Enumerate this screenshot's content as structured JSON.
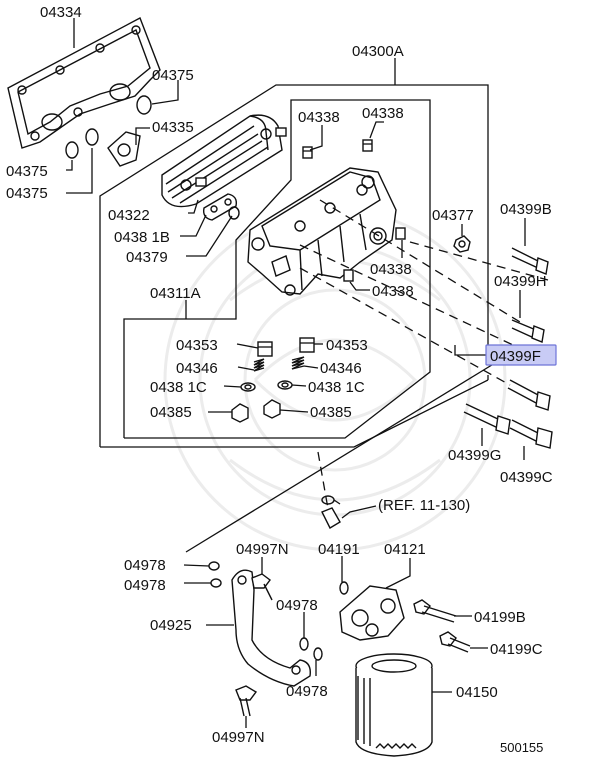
{
  "labels": {
    "p04334": "04334",
    "p04300A": "04300A",
    "p04375a": "04375",
    "p04335": "04335",
    "p04375b": "04375",
    "p04375c": "04375",
    "p04338a": "04338",
    "p04338b": "04338",
    "p04377": "04377",
    "p04399B": "04399B",
    "p04322": "04322",
    "p04381B": "0438 1B",
    "p04379": "04379",
    "p04338c": "04338",
    "p04338d": "04338",
    "p04399H": "04399H",
    "p04311A": "04311A",
    "p04399F": "04399F",
    "p04353a": "04353",
    "p04353b": "04353",
    "p04346a": "04346",
    "p04346b": "04346",
    "p04381Ca": "0438 1C",
    "p04381Cb": "0438 1C",
    "p04385a": "04385",
    "p04385b": "04385",
    "p04399G": "04399G",
    "p04399C": "04399C",
    "ref": "(REF. 11-130)",
    "p04978a": "04978",
    "p04997Na": "04997N",
    "p04191": "04191",
    "p04121": "04121",
    "p04978b": "04978",
    "p04925": "04925",
    "p04978c": "04978",
    "p04199B": "04199B",
    "p04199C": "04199C",
    "p04978d": "04978",
    "p04150": "04150",
    "p04997Nb": "04997N",
    "diagram_id": "500155"
  },
  "highlight": {
    "label": "p04399F",
    "color": "#c8cbf5",
    "border": "#6d74d8"
  }
}
